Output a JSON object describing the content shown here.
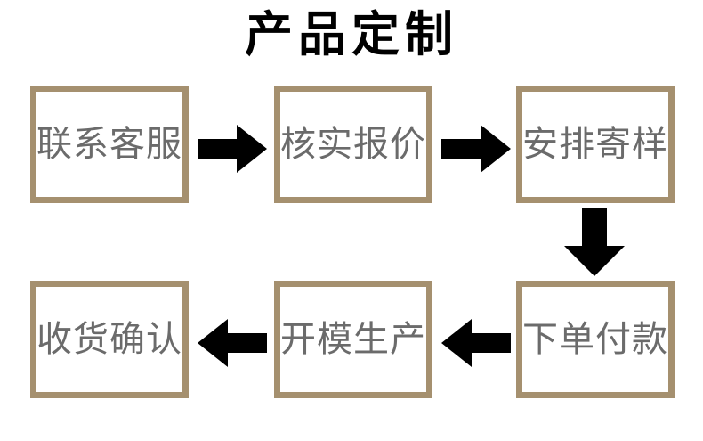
{
  "title": "产品定制",
  "colors": {
    "node_border": "#a5906f",
    "node_background": "#ffffff",
    "node_text": "#6b6b6b",
    "title_text": "#000000",
    "arrow": "#000000",
    "page_background": "#ffffff"
  },
  "nodes": [
    {
      "id": "contact-support",
      "label": "联系客服",
      "row": 1,
      "col": 1
    },
    {
      "id": "verify-quote",
      "label": "核实报价",
      "row": 1,
      "col": 2
    },
    {
      "id": "arrange-sample",
      "label": "安排寄样",
      "row": 1,
      "col": 3
    },
    {
      "id": "receipt-confirm",
      "label": "收货确认",
      "row": 2,
      "col": 1
    },
    {
      "id": "mold-production",
      "label": "开模生产",
      "row": 2,
      "col": 2
    },
    {
      "id": "order-payment",
      "label": "下单付款",
      "row": 2,
      "col": 3
    }
  ],
  "arrows": [
    {
      "id": "contact-to-quote",
      "from": "contact-support",
      "to": "verify-quote",
      "direction": "right"
    },
    {
      "id": "quote-to-sample",
      "from": "verify-quote",
      "to": "arrange-sample",
      "direction": "right"
    },
    {
      "id": "sample-to-payment",
      "from": "arrange-sample",
      "to": "order-payment",
      "direction": "down"
    },
    {
      "id": "payment-to-mold",
      "from": "order-payment",
      "to": "mold-production",
      "direction": "left"
    },
    {
      "id": "mold-to-receipt",
      "from": "mold-production",
      "to": "receipt-confirm",
      "direction": "left"
    }
  ],
  "flow_sequence": [
    "联系客服",
    "核实报价",
    "安排寄样",
    "下单付款",
    "开模生产",
    "收货确认"
  ]
}
